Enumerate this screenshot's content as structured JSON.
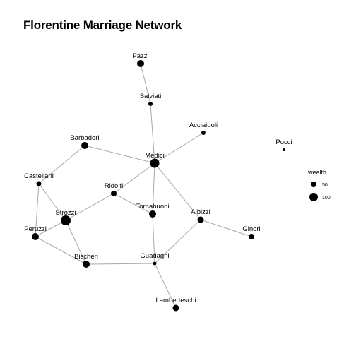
{
  "title": "Florentine Marriage Network",
  "legend": {
    "title": "wealth",
    "entries": [
      {
        "label": "50",
        "value": 50
      },
      {
        "label": "100",
        "value": 100
      }
    ]
  },
  "nodes": [
    {
      "id": "pazzi",
      "label": "Pazzi"
    },
    {
      "id": "salviati",
      "label": "Salviati"
    },
    {
      "id": "acciaiuoli",
      "label": "Acciaiuoli"
    },
    {
      "id": "pucci",
      "label": "Pucci"
    },
    {
      "id": "barbadori",
      "label": "Barbadori"
    },
    {
      "id": "medici",
      "label": "Medici"
    },
    {
      "id": "castellani",
      "label": "Castellani"
    },
    {
      "id": "ridolfi",
      "label": "Ridolfi"
    },
    {
      "id": "tornabuoni",
      "label": "Tornabuoni"
    },
    {
      "id": "strozzi",
      "label": "Strozzi"
    },
    {
      "id": "albizzi",
      "label": "Albizzi"
    },
    {
      "id": "peruzzi",
      "label": "Peruzzi"
    },
    {
      "id": "ginori",
      "label": "Ginori"
    },
    {
      "id": "guadagni",
      "label": "Guadagni"
    },
    {
      "id": "bischeri",
      "label": "Bischeri"
    },
    {
      "id": "lamberteschi",
      "label": "Lamberteschi"
    }
  ],
  "edges": [
    [
      "pazzi",
      "salviati"
    ],
    [
      "salviati",
      "medici"
    ],
    [
      "acciaiuoli",
      "medici"
    ],
    [
      "barbadori",
      "medici"
    ],
    [
      "barbadori",
      "castellani"
    ],
    [
      "medici",
      "ridolfi"
    ],
    [
      "medici",
      "tornabuoni"
    ],
    [
      "medici",
      "albizzi"
    ],
    [
      "castellani",
      "strozzi"
    ],
    [
      "castellani",
      "peruzzi"
    ],
    [
      "ridolfi",
      "strozzi"
    ],
    [
      "ridolfi",
      "tornabuoni"
    ],
    [
      "strozzi",
      "peruzzi"
    ],
    [
      "strozzi",
      "bischeri"
    ],
    [
      "peruzzi",
      "bischeri"
    ],
    [
      "tornabuoni",
      "guadagni"
    ],
    [
      "albizzi",
      "guadagni"
    ],
    [
      "albizzi",
      "ginori"
    ],
    [
      "bischeri",
      "guadagni"
    ],
    [
      "guadagni",
      "lamberteschi"
    ]
  ]
}
